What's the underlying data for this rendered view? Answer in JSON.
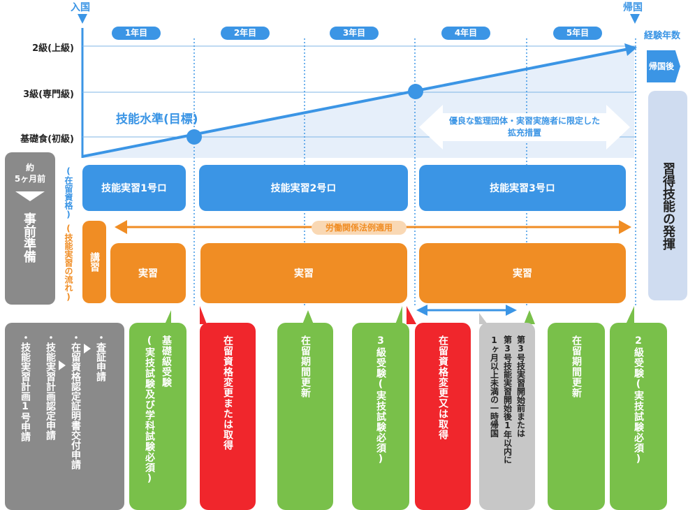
{
  "header": {
    "entry": "入国",
    "return": "帰国",
    "experience_years": "経験年数",
    "years": [
      "1年目",
      "2年目",
      "3年目",
      "4年目",
      "5年目"
    ]
  },
  "levels": [
    "2級(上級)",
    "3級(専門級)",
    "基礎食(初級)"
  ],
  "chart": {
    "target_label": "技能水準(目標)",
    "expansion_note": "優良な監理団体・実習実施者に限定した拡充措置"
  },
  "right_panel": {
    "after_return": "帰国後",
    "skill_use": "習得技能の発揮"
  },
  "prep": {
    "months_before": "約\n5ヶ月前",
    "label": "事前準備",
    "steps": [
      "・技能実習計画1号申請",
      "・技能実習計画認定申請",
      "・在留資格認定証明書交付申請",
      "・査証申請"
    ]
  },
  "side_labels": {
    "status": "(在留資格)",
    "flow": "(技能実習の流れ)"
  },
  "status_bars": [
    "技能実習1号ロ",
    "技能実習2号ロ",
    "技能実習3号ロ"
  ],
  "labor_law": "労働関係法例適用",
  "lecture": "講習",
  "practice_bars": [
    "実習",
    "実習",
    "実習"
  ],
  "cards": [
    {
      "text": "基礎級受験\n(実技試験及び学科試験必須)",
      "kind": "green"
    },
    {
      "text": "在留資格変更または取得",
      "kind": "red"
    },
    {
      "text": "在留期間更新",
      "kind": "green"
    },
    {
      "text": "3級受験(実技試験必須)",
      "kind": "green"
    },
    {
      "text": "在留資格変更又は取得",
      "kind": "red"
    },
    {
      "text": "第3号技実習開始前または\n第3号技能実習開始後1年以内に\n1ヶ月以上未満の一時帰国",
      "kind": "gray"
    },
    {
      "text": "在留期間更新",
      "kind": "green"
    },
    {
      "text": "2級受験(実技試験必須)",
      "kind": "green"
    }
  ],
  "colors": {
    "blue": "#3b95e5",
    "orange": "#f08d24",
    "green": "#79c04a",
    "red": "#f0262c",
    "gray": "#c7c7c7",
    "dark_gray": "#8a8a8a"
  }
}
